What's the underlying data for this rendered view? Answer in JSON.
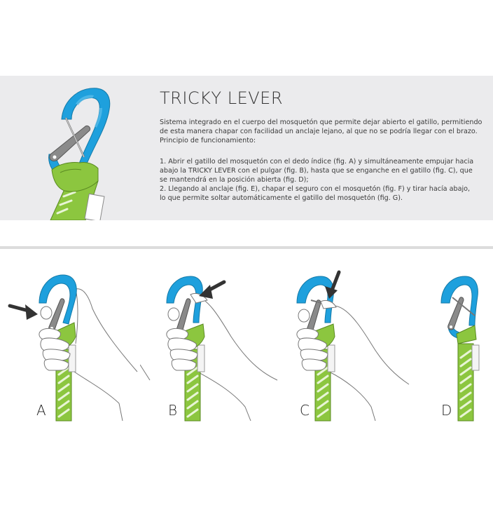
{
  "colors": {
    "carabiner_blue": "#1ea0dd",
    "sling_green": "#8cc63f",
    "gate_gray": "#8a8a8a",
    "panel_bg": "#ebebed",
    "divider": "#dcdcdc",
    "arrow": "#333333"
  },
  "panel": {
    "title": "TRICKY LEVER",
    "intro_lines": [
      "Sistema integrado en el cuerpo del mosquetón que permite dejar abierto el gatillo, permitiendo",
      "de esta manera chapar con facilidad un anclaje lejano, al que no se podría llegar con el brazo.",
      "Principio de funcionamiento:"
    ],
    "steps_lines": [
      "1.  Abrir el gatillo del mosquetón con el dedo índice (fig. A) y simultáneamente empujar hacia",
      "abajo la TRICKY LEVER con el pulgar (fig. B), hasta que se enganche en el gatillo (fig. C), que",
      "se mantendrá en la posición abierta (fig. D);",
      "2.  Llegando al anclaje (fig. E), chapar el seguro con el mosquetón (fig. F) y tirar hacía abajo,",
      "lo que permite soltar automáticamente el gatillo del mosquetón (fig. G)."
    ],
    "illustration_icon": "carabiner-quickdraw-icon"
  },
  "figures": [
    {
      "label": "A",
      "icon": "hand-opening-gate-icon",
      "arrow": "arrow-right-icon"
    },
    {
      "label": "B",
      "icon": "thumb-pushing-lever-icon",
      "arrow": "arrow-down-left-icon"
    },
    {
      "label": "C",
      "icon": "lever-hooked-icon",
      "arrow": "arrow-down-icon"
    },
    {
      "label": "D",
      "icon": "gate-held-open-icon",
      "arrow": null
    }
  ]
}
